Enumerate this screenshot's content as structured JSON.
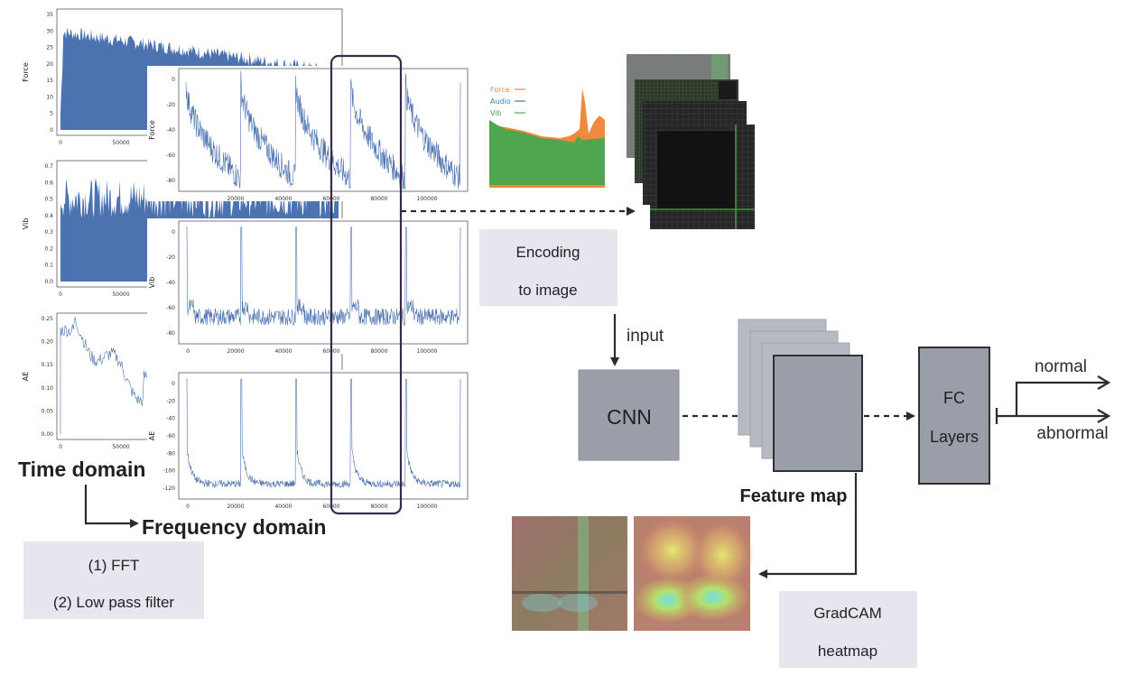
{
  "labels": {
    "time_domain": "Time domain",
    "frequency_domain": "Frequency domain",
    "fft": "(1) FFT",
    "lowpass": "(2) Low pass filter",
    "encoding_line1": "Encoding",
    "encoding_line2": "to image",
    "input": "input",
    "cnn": "CNN",
    "feature_map": "Feature map",
    "fc_line1": "FC",
    "fc_line2": "Layers",
    "normal": "normal",
    "abnormal": "abnormal",
    "gradcam_line1": "GradCAM",
    "gradcam_line2": "heatmap"
  },
  "time_plots": [
    {
      "ylabel": "Force",
      "yticks": [
        "0",
        "5",
        "10",
        "15",
        "20",
        "25",
        "30",
        "35"
      ],
      "xticks": [
        "0",
        "50000"
      ]
    },
    {
      "ylabel": "Vib",
      "yticks": [
        "0.0",
        "0.1",
        "0.2",
        "0.3",
        "0.4",
        "0.5",
        "0.6",
        "0.7"
      ],
      "xticks": [
        "0",
        "50000"
      ]
    },
    {
      "ylabel": "AE",
      "yticks": [
        "0.00",
        "0.05",
        "0.10",
        "0.15",
        "0.20",
        "0.25"
      ],
      "xticks": [
        "0",
        "50000"
      ]
    }
  ],
  "freq_plots": [
    {
      "ylabel": "Force",
      "yticks": [
        "0",
        "-20",
        "-40",
        "-60",
        "-80"
      ],
      "xticks": [
        "20000",
        "40000",
        "60000",
        "80000",
        "100000"
      ]
    },
    {
      "ylabel": "Vib",
      "yticks": [
        "0",
        "-20",
        "-40",
        "-60",
        "-80"
      ],
      "xticks": [
        "0",
        "20000",
        "40000",
        "60000",
        "80000",
        "100000"
      ]
    },
    {
      "ylabel": "AE",
      "yticks": [
        "0",
        "-20",
        "-40",
        "-60",
        "-80",
        "-100",
        "-120"
      ],
      "xticks": [
        "0",
        "20000",
        "40000",
        "60000",
        "80000",
        "100000"
      ]
    }
  ],
  "legend": [
    {
      "name": "Force",
      "color": "#ed8a3f"
    },
    {
      "name": "Audio",
      "color": "#3f7fbf"
    },
    {
      "name": "Vib",
      "color": "#4fa64f"
    }
  ],
  "colors": {
    "signal": "#4c72b0",
    "highlight_box": "#3a2a4a",
    "caption_bg": "#e6e6ee",
    "block_fill": "#9a9ea8",
    "block_stroke": "#2f2f36",
    "arrow": "#2b2b33"
  }
}
